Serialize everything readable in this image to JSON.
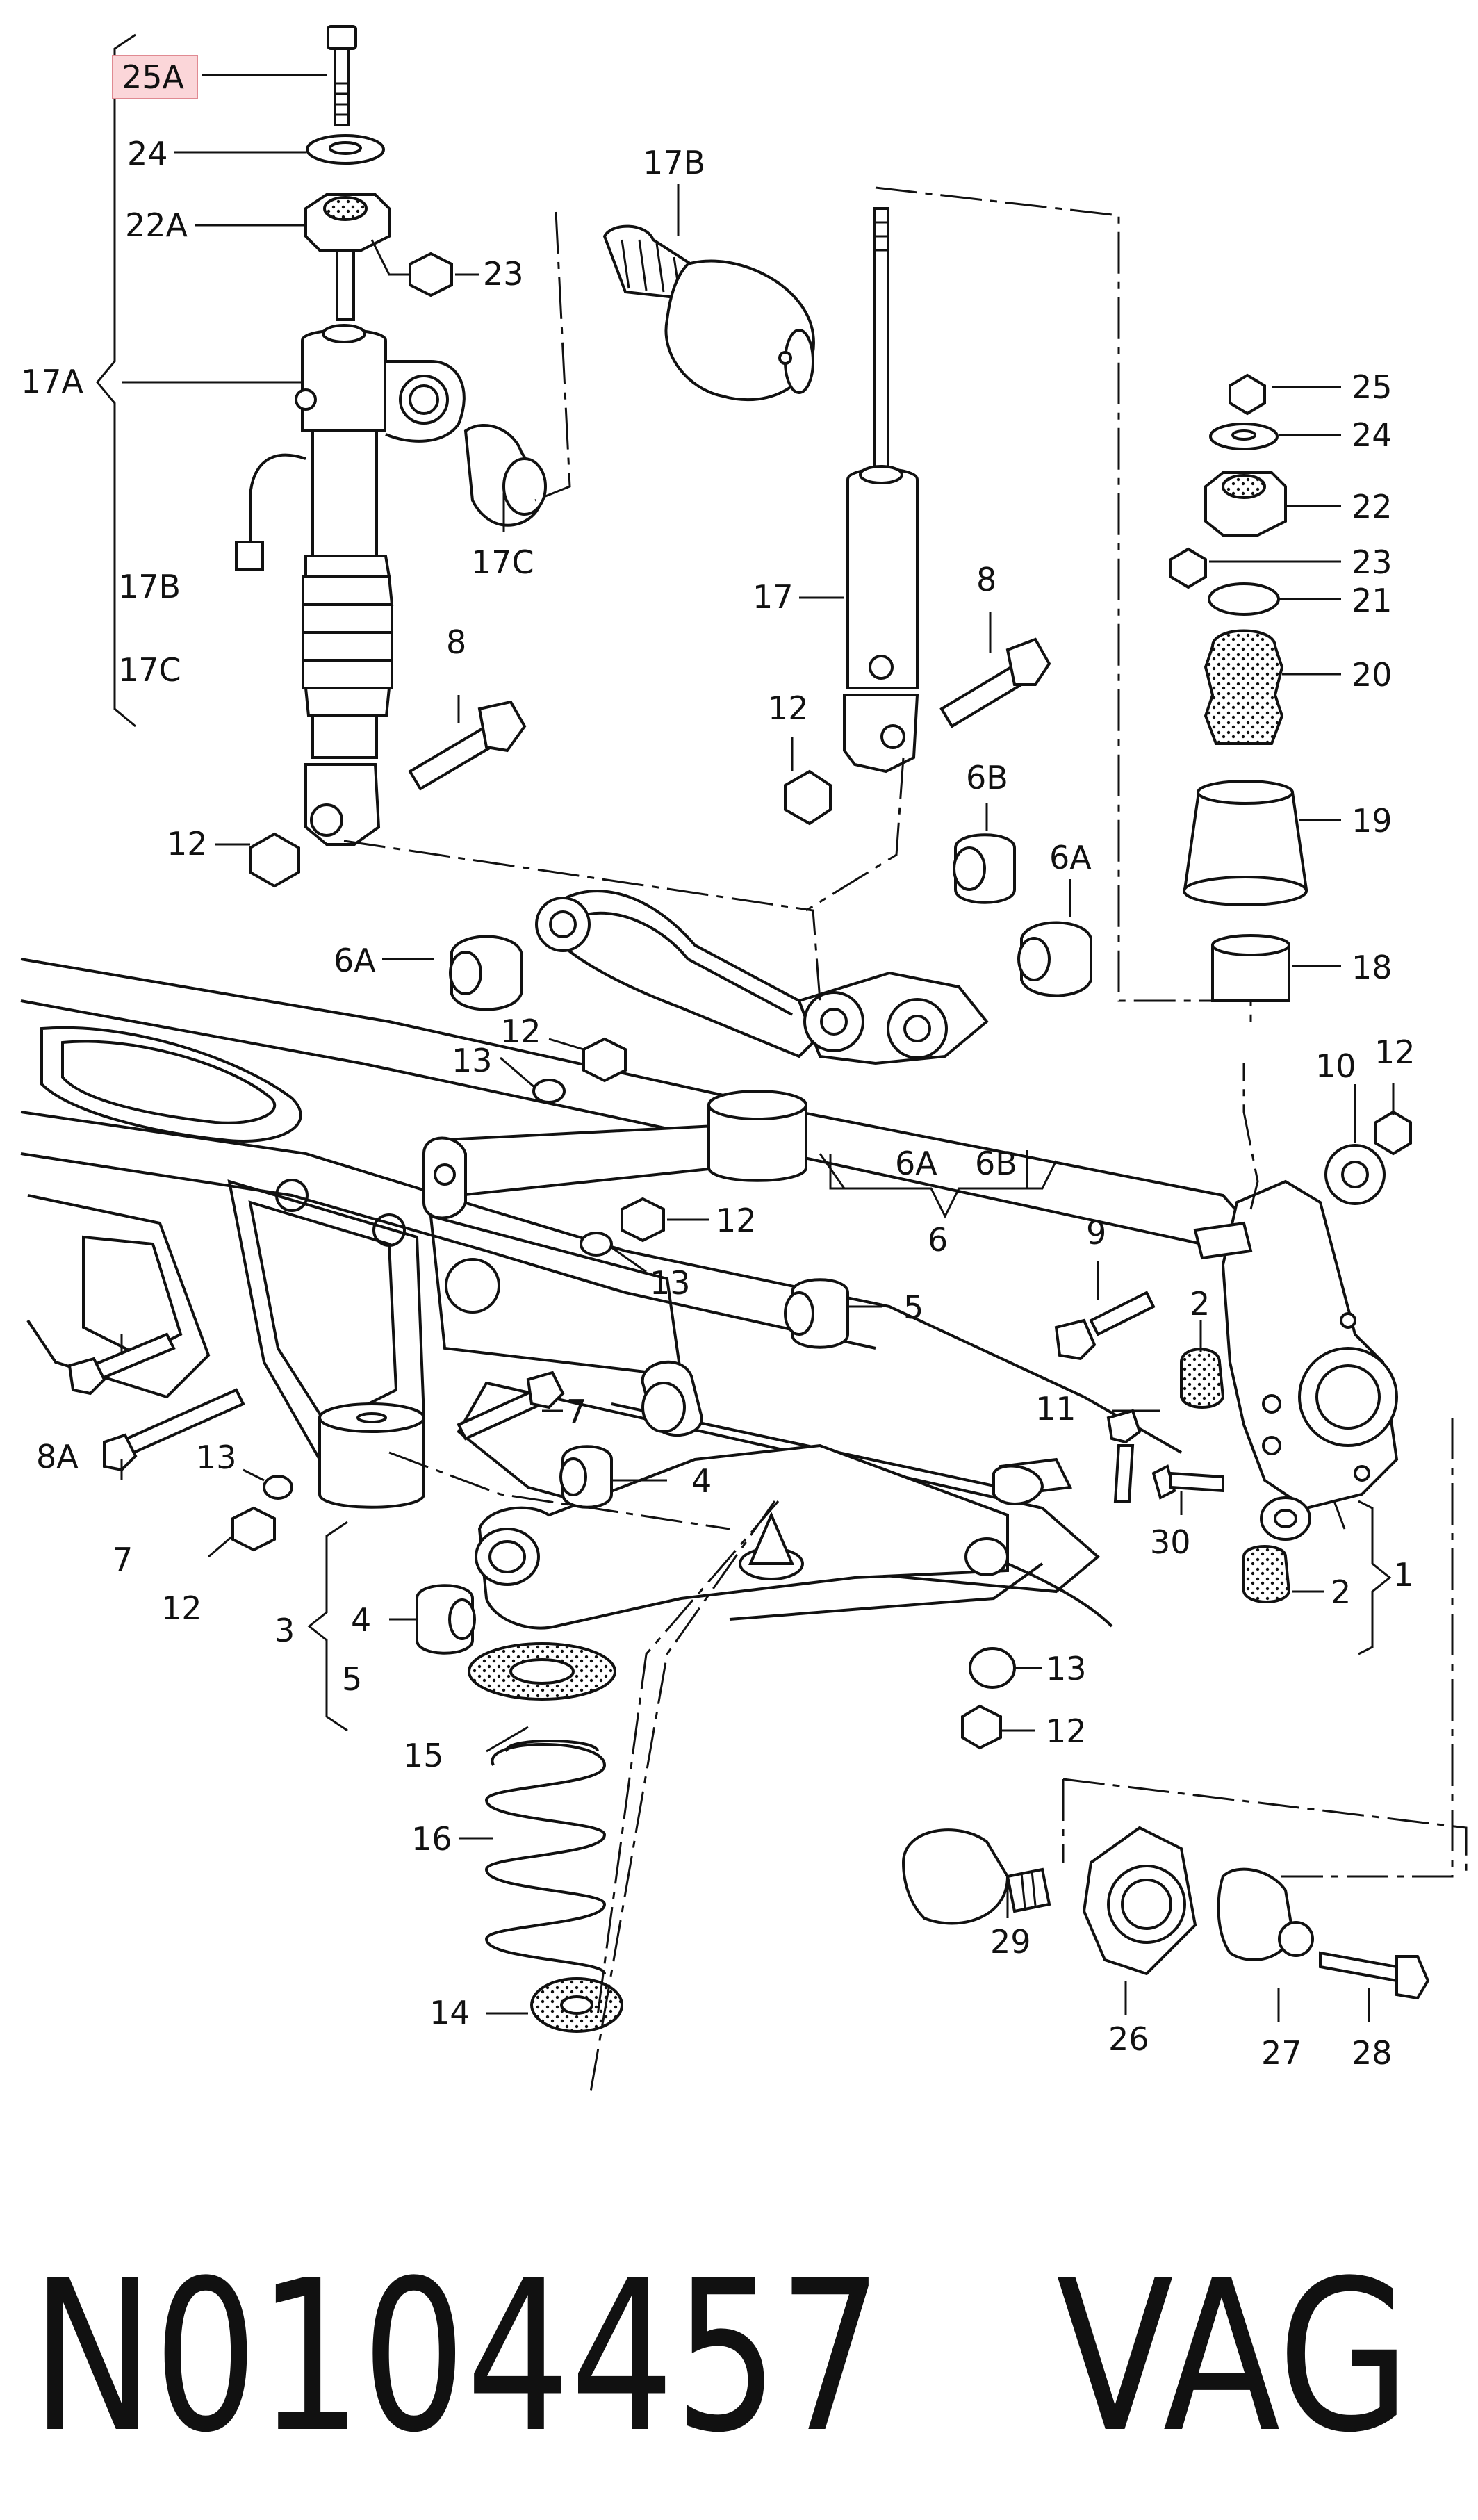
{
  "callouts": {
    "p25A_top": "25A",
    "p24_top": "24",
    "p22A": "22A",
    "p23_top": "23",
    "p17B_top": "17B",
    "p17A": "17A",
    "p17C_right": "17C",
    "p17B_list": "17B",
    "p17C_list": "17C",
    "p8_left": "8",
    "p12_left": "12",
    "p17": "17",
    "p8_mid": "8",
    "p12_mid": "12",
    "p25_right": "25",
    "p24_right": "24",
    "p22_right": "22",
    "p23_right": "23",
    "p21": "21",
    "p20": "20",
    "p19": "19",
    "p18": "18",
    "p6B_top": "6B",
    "p6A_right": "6A",
    "p6A_left": "6A",
    "p12_arm_a": "12",
    "p13_arm_a": "13",
    "p12_arm_b": "12",
    "p13_arm_b": "13",
    "p6A_group": "6A",
    "p6B_group": "6B",
    "p6": "6",
    "p10": "10",
    "p12_knuckle": "12",
    "p9": "9",
    "p2_top": "2",
    "p11": "11",
    "p5_top": "5",
    "p7_mid": "7",
    "p8A": "8A",
    "p7_low": "7",
    "p13_low": "13",
    "p12_low": "12",
    "p4_top": "4",
    "p4_low": "4",
    "p3": "3",
    "p5_low": "5",
    "p30": "30",
    "p2_low": "2",
    "p1": "1",
    "p13_link": "13",
    "p12_link": "12",
    "p15": "15",
    "p16": "16",
    "p14": "14",
    "p29": "29",
    "p26": "26",
    "p27": "27",
    "p28": "28"
  },
  "footer": {
    "part_number": "N0104457",
    "brand": "VAG"
  },
  "colors": {
    "line": "#111111",
    "highlight_fill": "#fbd6d9",
    "highlight_border": "#e08a92"
  }
}
